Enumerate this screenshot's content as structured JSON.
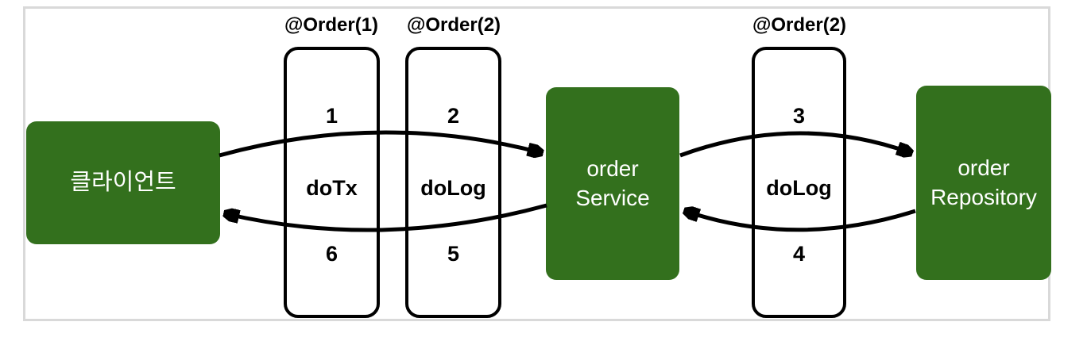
{
  "nodes": {
    "client": {
      "label": "클라이언트"
    },
    "service": {
      "line1": "order",
      "line2": "Service"
    },
    "repository": {
      "line1": "order",
      "line2": "Repository"
    }
  },
  "aspects": [
    {
      "label": "@Order(1)",
      "step_in": "1",
      "advice": "doTx",
      "step_out": "6"
    },
    {
      "label": "@Order(2)",
      "step_in": "2",
      "advice": "doLog",
      "step_out": "5"
    },
    {
      "label": "@Order(2)",
      "step_in": "3",
      "advice": "doLog",
      "step_out": "4"
    }
  ],
  "arrows": [
    {
      "name": "client-to-orderService",
      "direction": "right"
    },
    {
      "name": "orderService-to-client",
      "direction": "left"
    },
    {
      "name": "orderService-to-orderRepository",
      "direction": "right"
    },
    {
      "name": "orderRepository-to-orderService",
      "direction": "left"
    }
  ],
  "colors": {
    "node_green": "#33701d",
    "node_text": "#ffffff",
    "frame_border": "#d9d9d9",
    "line": "#000000"
  }
}
